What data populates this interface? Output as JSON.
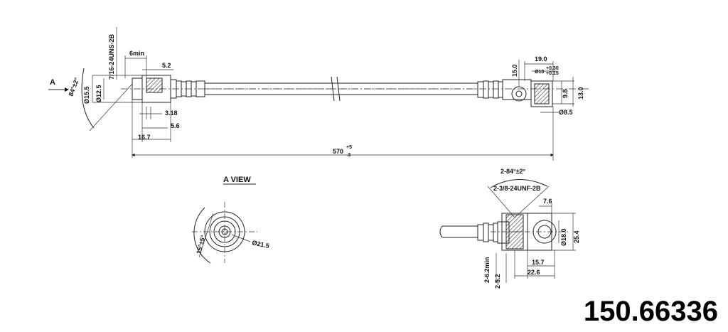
{
  "part_number": "150.66336",
  "views": {
    "a_view_label": "A VIEW",
    "arrow_label": "A"
  },
  "left_end": {
    "thread_spec": "7/16-24UNS-2B",
    "angle": "84°±2°",
    "dim_6min": "6min",
    "dim_5_2": "5.2",
    "dia_15_5": "Ø15.5",
    "dia_12_5": "Ø12.5",
    "dim_3_18": "3.18",
    "dim_5_6": "5.6",
    "dim_16_7": "16.7"
  },
  "overall": {
    "length": "570",
    "tol_plus": "+5",
    "tol_minus": "-3"
  },
  "right_end": {
    "dim_19_0": "19.0",
    "dim_15_0": "15.0",
    "dia_10": "Ø10",
    "tol_upper": "+0.30",
    "tol_lower": "+0.15",
    "dim_9_8": "9.8",
    "dim_13_0": "13.0",
    "dia_8_5": "Ø8.5"
  },
  "a_view": {
    "angle": "15°±5°",
    "dia_21_5": "Ø21.5"
  },
  "banjo_detail": {
    "angle": "2-84°±2°",
    "thread_spec": "2-3/8-24UNF-2B",
    "dim_7_6": "7.6",
    "dia_18_0": "Ø18.0",
    "dim_25_4": "25.4",
    "dim_2_6_2min": "2-6.2min",
    "dim_2_5_2": "2-5.2",
    "dim_15_7": "15.7",
    "dim_22_6": "22.6"
  }
}
